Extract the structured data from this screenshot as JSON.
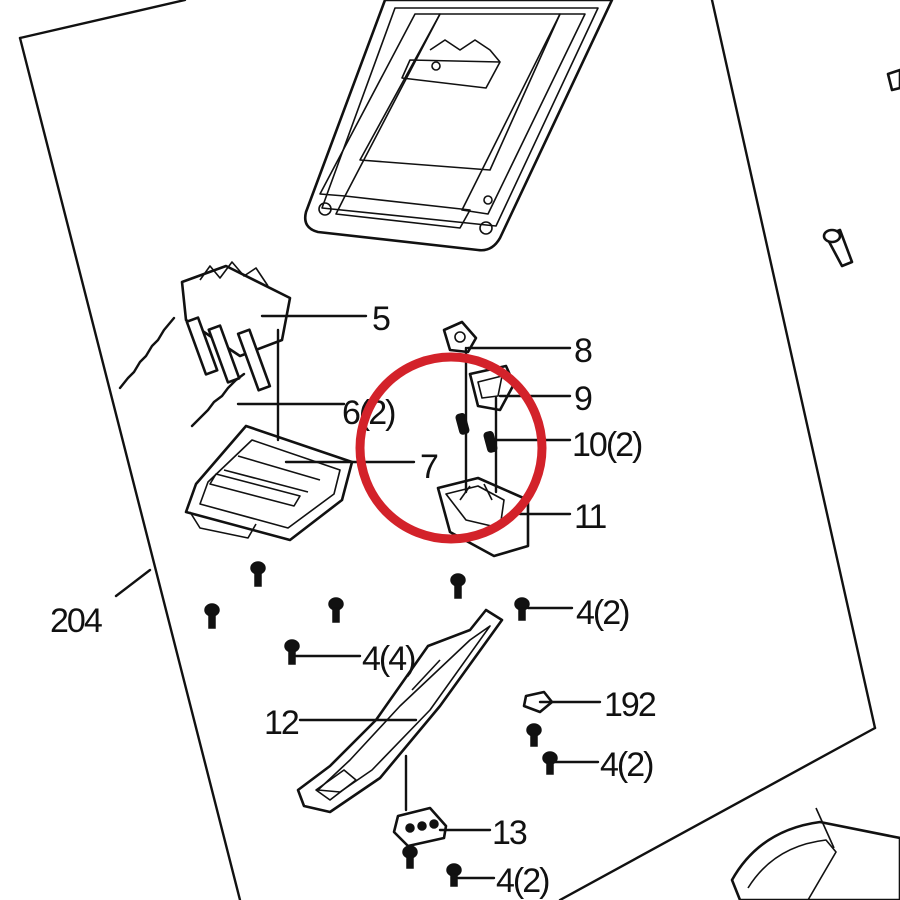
{
  "labels": {
    "p5": "5",
    "p6": "6(2)",
    "p7": "7",
    "p8": "8",
    "p9": "9",
    "p10": "10(2)",
    "p11": "11",
    "p204": "204",
    "p4a": "4(2)",
    "p4b": "4(4)",
    "p12": "12",
    "p192": "192",
    "p4c": "4(2)",
    "p13": "13",
    "p4d": "4(2)"
  },
  "colors": {
    "line": "#111111",
    "highlight": "#d3222a",
    "background": "#ffffff"
  }
}
